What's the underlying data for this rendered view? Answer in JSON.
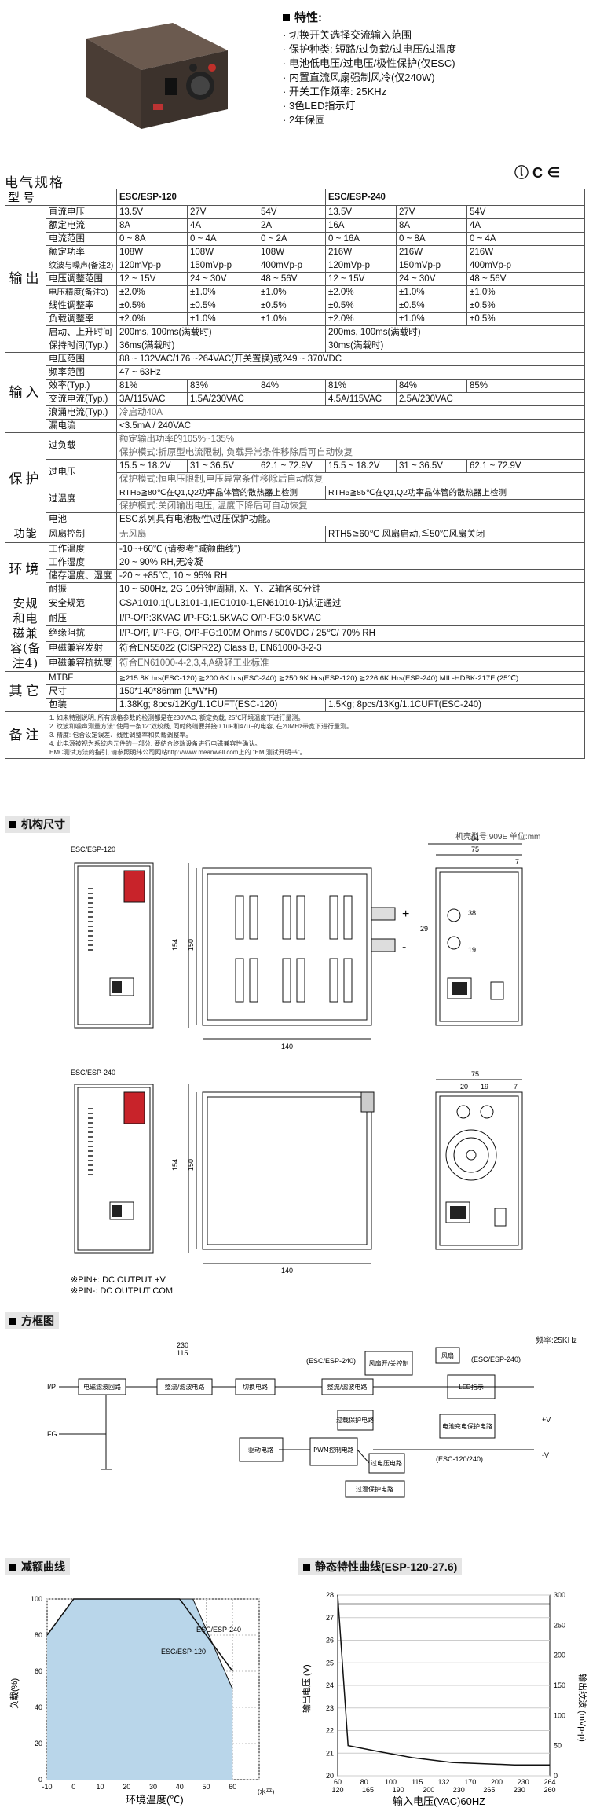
{
  "features": {
    "heading": "特性:",
    "items": [
      "切换开关选择交流输入范围",
      "保护种类: 短路/过负载/过电压/过温度",
      "电池低电压/过电压/极性保护(仅ESC)",
      "内置直流风扇强制风冷(仅240W)",
      "开关工作频率: 25KHz",
      "3色LED指示灯",
      "2年保固"
    ]
  },
  "spec_title": "电气规格",
  "cert_logos": "ⓛ C ∈",
  "table": {
    "model_label": "型号",
    "model_120": "ESC/ESP-120",
    "model_240": "ESC/ESP-240",
    "sections": {
      "output": "输出",
      "input": "输入",
      "protection": "保护",
      "function": "功能",
      "environment": "环境",
      "safety": "安规和电磁兼容(备注4)",
      "others": "其它",
      "note": "备注"
    },
    "rows": {
      "dc_voltage": {
        "label": "直流电压",
        "v": [
          "13.5V",
          "27V",
          "54V",
          "13.5V",
          "27V",
          "54V"
        ]
      },
      "rated_current": {
        "label": "额定电流",
        "v": [
          "8A",
          "4A",
          "2A",
          "16A",
          "8A",
          "4A"
        ]
      },
      "current_range": {
        "label": "电流范围",
        "v": [
          "0 ~ 8A",
          "0 ~ 4A",
          "0 ~ 2A",
          "0 ~ 16A",
          "0 ~ 8A",
          "0 ~ 4A"
        ]
      },
      "rated_power": {
        "label": "额定功率",
        "v": [
          "108W",
          "108W",
          "108W",
          "216W",
          "216W",
          "216W"
        ]
      },
      "ripple": {
        "label": "纹波与噪声(备注2)",
        "v": [
          "120mVp-p",
          "150mVp-p",
          "400mVp-p",
          "120mVp-p",
          "150mVp-p",
          "400mVp-p"
        ]
      },
      "volt_adj": {
        "label": "电压调整范围",
        "v": [
          "12 ~ 15V",
          "24 ~ 30V",
          "48 ~ 56V",
          "12 ~ 15V",
          "24 ~ 30V",
          "48 ~ 56V"
        ]
      },
      "volt_tol": {
        "label": "电压精度(备注3)",
        "v": [
          "±2.0%",
          "±1.0%",
          "±1.0%",
          "±2.0%",
          "±1.0%",
          "±1.0%"
        ]
      },
      "line_reg": {
        "label": "线性调整率",
        "v": [
          "±0.5%",
          "±0.5%",
          "±0.5%",
          "±0.5%",
          "±0.5%",
          "±0.5%"
        ]
      },
      "load_reg": {
        "label": "负载调整率",
        "v": [
          "±2.0%",
          "±1.0%",
          "±1.0%",
          "±2.0%",
          "±1.0%",
          "±0.5%"
        ]
      },
      "rise_time": {
        "label": "启动、上升时间",
        "v": [
          "200ms, 100ms(满载时)",
          "200ms, 100ms(满载时)"
        ]
      },
      "hold_up": {
        "label": "保持时间(Typ.)",
        "v": [
          "36ms(满载时)",
          "30ms(满载时)"
        ]
      },
      "vin_range": {
        "label": "电压范围",
        "v": "88 ~ 132VAC/176 ~264VAC(开关置换)或249 ~ 370VDC"
      },
      "freq": {
        "label": "频率范围",
        "v": "47 ~ 63Hz"
      },
      "eff": {
        "label": "效率(Typ.)",
        "v": [
          "81%",
          "83%",
          "84%",
          "81%",
          "84%",
          "85%"
        ]
      },
      "ac_cur": {
        "label": "交流电流(Typ.)",
        "v": [
          "3A/115VAC",
          "1.5A/230VAC",
          "4.5A/115VAC",
          "2.5A/230VAC"
        ]
      },
      "inrush": {
        "label": "浪涌电流(Typ.)",
        "v": "冷启动40A"
      },
      "leak": {
        "label": "漏电流",
        "v": "<3.5mA / 240VAC"
      },
      "overload": {
        "label": "过负载",
        "v": "额定输出功率的105%~135%",
        "v2": "保护模式:折原型电流限制, 负载异常条件移除后可自动恢复"
      },
      "ovp": {
        "label": "过电压",
        "v": [
          "15.5 ~ 18.2V",
          "31 ~ 36.5V",
          "62.1 ~ 72.9V",
          "15.5 ~ 18.2V",
          "31 ~ 36.5V",
          "62.1 ~ 72.9V"
        ],
        "v2": "保护模式:恒电压限制,电压异常条件移除后自动恢复"
      },
      "otp": {
        "label": "过温度",
        "v": [
          "RTH5≧80℃在Q1,Q2功率晶体管的散热器上检测",
          "RTH5≧85℃在Q1,Q2功率晶体管的散热器上检测"
        ],
        "v2": "保护模式:关闭输出电压, 温度下降后可自动恢复"
      },
      "battery": {
        "label": "电池",
        "v": "ESC系列具有电池极性\\过压保护功能。"
      },
      "fan": {
        "label": "风扇控制",
        "v": [
          "无风扇",
          "RTH5≧60℃ 风扇启动,≦50℃风扇关闭"
        ]
      },
      "work_temp": {
        "label": "工作温度",
        "v": "-10~+60℃ (请参考\"减额曲线\")"
      },
      "work_hum": {
        "label": "工作湿度",
        "v": "20 ~ 90% RH,无冷凝"
      },
      "stor": {
        "label": "储存温度、湿度",
        "v": "-20 ~ +85℃, 10 ~ 95% RH"
      },
      "vib": {
        "label": "耐振",
        "v": "10 ~ 500Hz, 2G 10分钟/周期, X、Y、Z轴各60分钟"
      },
      "safety_std": {
        "label": "安全规范",
        "v": "CSA1010.1(UL3101-1,IEC1010-1,EN61010-1)认证通过"
      },
      "withstand": {
        "label": "耐压",
        "v": "I/P-O/P:3KVAC    I/P-FG:1.5KVAC    O/P-FG:0.5KVAC"
      },
      "iso": {
        "label": "绝缘阻抗",
        "v": "I/P-O/P, I/P-FG, O/P-FG:100M Ohms / 500VDC / 25℃/ 70% RH"
      },
      "emi": {
        "label": "电磁兼容发射",
        "v": "符合EN55022 (CISPR22) Class B, EN61000-3-2-3"
      },
      "ems": {
        "label": "电磁兼容抗扰度",
        "v": "符合EN61000-4-2,3,4,A级轻工业标准"
      },
      "mtbf": {
        "label": "MTBF",
        "v": "≧215.8K hrs(ESC-120) ≧200.6K hrs(ESC-240) ≧250.9K Hrs(ESP-120) ≧226.6K Hrs(ESP-240)  MIL-HDBK-217F (25℃)"
      },
      "dim": {
        "label": "尺寸",
        "v": "150*140*86mm (L*W*H)"
      },
      "pack": {
        "label": "包装",
        "v": [
          "1.38Kg; 8pcs/12Kg/1.1CUFT(ESC-120)",
          "1.5Kg; 8pcs/13Kg/1.1CUFT(ESC-240)"
        ]
      }
    },
    "notes": [
      "1. 如未特别说明, 所有规格参数的检测都是在230VAC, 额定负载, 25℃环境温度下进行量测。",
      "2. 纹波和噪声测量方法: 使用一条12\"双绞线, 同时终端要并接0.1uF和47uF的电容, 在20MHz带宽下进行量测。",
      "3. 精度: 包含设定误差、线性调整率和负载调整率。",
      "4. 此电源被视为系统内元件的一部分, 要结合终端设备进行电磁兼容性确认。",
      "EMC测试方法的指引, 请参照明纬公司网站http://www.meanwell.com上的 \"EMI测试开明书\"。"
    ]
  },
  "mech": {
    "title": "机构尺寸",
    "case_note": "机壳型号:909E   单位:mm",
    "label_120": "ESC/ESP-120",
    "label_240": "ESC/ESP-240",
    "dims": {
      "h154": "154",
      "h150": "150",
      "w140": "140",
      "d84": "84",
      "d75": "75",
      "d7": "7",
      "d38": "38",
      "d29": "29",
      "d19": "19",
      "d20": "20"
    },
    "plus": "+",
    "minus": "-",
    "pin_plus": "※PIN+: DC OUTPUT +V",
    "pin_minus": "※PIN-: DC OUTPUT COM"
  },
  "block": {
    "title": "方框图",
    "freq": "频率:25KHz",
    "ip": "I/P",
    "fg": "FG",
    "v230": "230",
    "v115": "115",
    "emi_filter": "电磁滤波回路",
    "rect_filter": "整流/滤波电路",
    "switch": "切换电路",
    "rect_filter2": "整流/滤波电路",
    "fan_ctrl": "风扇开/关控制",
    "fan": "风扇",
    "esc240_a": "(ESC/ESP-240)",
    "esc240_b": "(ESC/ESP-240)",
    "esc120": "(ESC-120/240)",
    "led": "LED指示",
    "drive": "驱动电路",
    "pwm": "PWM控制电路",
    "olp": "过载保护电路",
    "ovp": "过电压电路",
    "otp": "过温保护电路",
    "batt": "电池充电保护电路",
    "plusv": "+V",
    "minusv": "-V"
  },
  "derating": {
    "title": "减额曲线",
    "ylabel": "负载(%)",
    "xlabel": "环境温度(℃)",
    "unit": "(水平)",
    "s240": "ESC/ESP-240",
    "s120": "ESC/ESP-120",
    "yticks": [
      "100",
      "80",
      "60",
      "40",
      "20",
      "0"
    ],
    "xticks": [
      "-10",
      "0",
      "10",
      "20",
      "30",
      "40",
      "50",
      "60"
    ]
  },
  "static": {
    "title": "静态特性曲线(ESP-120-27.6)",
    "yl": "输出电压 (V)",
    "yr": "输出纹波 (mVp-p)",
    "xlabel": "输入电压(VAC)60HZ",
    "yl_ticks": [
      "28",
      "27",
      "26",
      "25",
      "24",
      "23",
      "22",
      "21",
      "20"
    ],
    "yr_ticks": [
      "300",
      "250",
      "200",
      "150",
      "100",
      "50",
      "0"
    ],
    "x_top": [
      "60",
      "80",
      "100",
      "115",
      "132",
      "170",
      "200",
      "230",
      "264"
    ],
    "x_bot": [
      "120",
      "165",
      "190",
      "200",
      "230",
      "265",
      "230",
      "260"
    ]
  },
  "chart_data": [
    {
      "type": "line",
      "title": "减额曲线",
      "xlabel": "环境温度(℃)",
      "ylabel": "负载(%)",
      "xlim": [
        -10,
        70
      ],
      "ylim": [
        0,
        100
      ],
      "series": [
        {
          "name": "ESC/ESP-240",
          "x": [
            -10,
            0,
            40,
            60
          ],
          "y": [
            80,
            100,
            100,
            60
          ]
        },
        {
          "name": "ESC/ESP-120",
          "x": [
            -10,
            0,
            45,
            60
          ],
          "y": [
            80,
            100,
            100,
            50
          ]
        }
      ]
    },
    {
      "type": "line",
      "title": "静态特性曲线(ESP-120-27.6)",
      "xlabel": "输入电压(VAC)60HZ",
      "ylabel": "输出电压 (V)",
      "ylim": [
        20,
        28
      ],
      "series": [
        {
          "x": [
            60,
            70,
            100,
            132,
            170,
            230,
            264
          ],
          "y": [
            27.6,
            27.6,
            27.6,
            27.6,
            27.6,
            27.6,
            27.6
          ]
        },
        {
          "x": [
            60,
            70,
            100,
            132,
            170,
            230,
            264
          ],
          "y": [
            300,
            50,
            40,
            30,
            22,
            18,
            18
          ]
        }
      ]
    }
  ]
}
